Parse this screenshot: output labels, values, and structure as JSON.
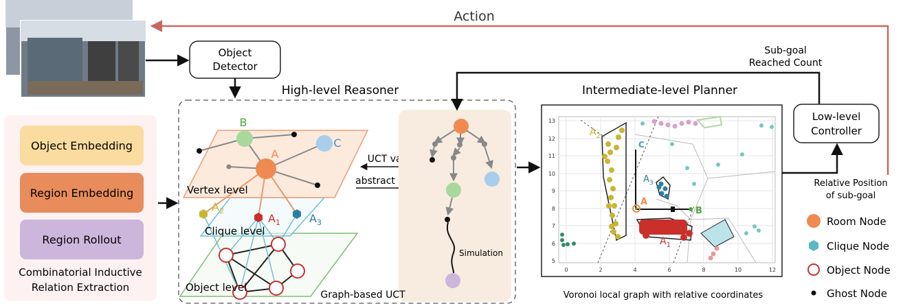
{
  "top": {
    "action": "Action",
    "object_detector": [
      "Object",
      "Detector"
    ],
    "subgoal_reached": [
      "Sub-goal",
      "Reached Count"
    ],
    "low_level": [
      "Low-level",
      "Controller"
    ],
    "relative_position": [
      "Relative Position",
      "of sub-goal"
    ]
  },
  "left_panel": {
    "object_embedding": "Object Embedding",
    "region_embedding": "Region Embedding",
    "region_rollout": "Region Rollout",
    "caption": [
      "Combinatorial Inductive",
      "Relation Extraction"
    ]
  },
  "reasoner": {
    "title": "High-level Reasoner",
    "node_b": "B",
    "node_c": "C",
    "node_a": "A",
    "vertex_level": "Vertex level",
    "clique_level": "Clique level",
    "object_level": "Object level",
    "a2": "A",
    "a2_sub": "2",
    "a1": "A",
    "a1_sub": "1",
    "a3": "A",
    "a3_sub": "3",
    "uct_values": "UCT values",
    "abstract": "abstract",
    "simulation": "Simulation",
    "caption": "Graph-based UCT"
  },
  "planner": {
    "title": "Intermediate-level Planner",
    "caption": "Voronoi local graph with relative coordinates",
    "y_ticks": [
      "13",
      "12",
      "11",
      "10",
      "9",
      "8",
      "7",
      "6",
      "5"
    ],
    "x_ticks": [
      "0",
      "2",
      "4",
      "6",
      "8",
      "10",
      "12"
    ],
    "label_a2": "A",
    "label_a2_sub": "2",
    "label_c": "C",
    "label_a3": "A",
    "label_a3_sub": "3",
    "label_a": "A",
    "label_b": "B",
    "label_a1": "A",
    "label_a1_sub": "1"
  },
  "legend": [
    {
      "label": "Room Node",
      "color": "#ef8a52"
    },
    {
      "label": "Clique Node",
      "color": "#5bb9c0"
    },
    {
      "label": "Object Node",
      "color": "#c9302c"
    },
    {
      "label": "Ghost Node",
      "color": "#111111"
    }
  ],
  "colors": {
    "action_arrow": "#c8685f",
    "object_embedding_bg": "#fbdca0",
    "region_embedding_bg": "#e88c5c",
    "region_rollout_bg": "#cdb6db",
    "left_panel_bg": "#fdf1f1",
    "vertex_plane": "#fbe6d6",
    "clique_plane": "#6fc1d3",
    "object_plane": "#7bbf72",
    "tree_panel_bg": "#f8ece0"
  }
}
